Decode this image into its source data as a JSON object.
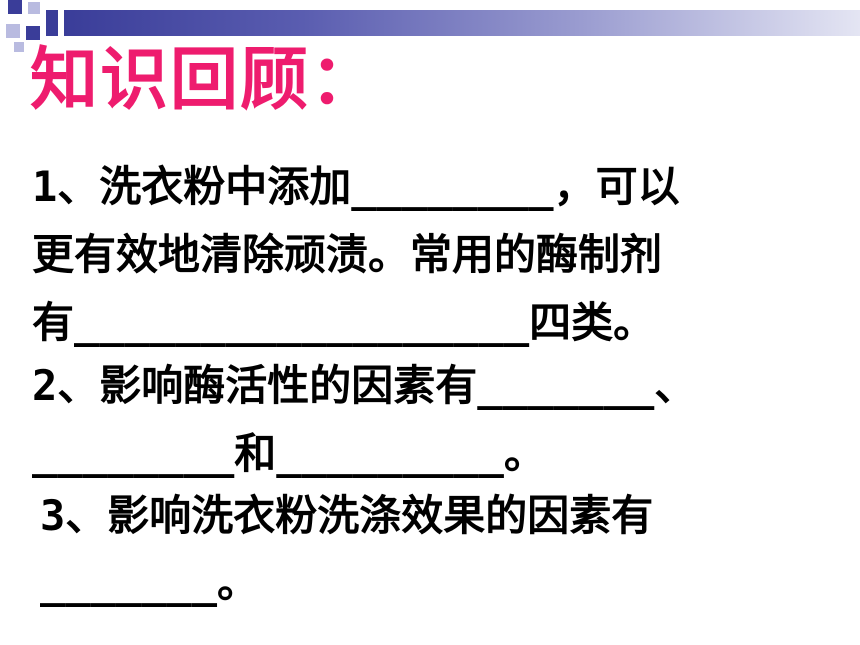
{
  "title": "知识回顾：",
  "q1": {
    "line1": "1、洗衣粉中添加________，可以",
    "line2": "更有效地清除顽渍。常用的酶制剂",
    "line3": "有__________________四类。"
  },
  "q2": {
    "line1": "2、影响酶活性的因素有_______、",
    "line2": "________和_________。"
  },
  "q3": {
    "line1": "3、影响洗衣粉洗涤效果的因素有",
    "line2": "_______。"
  },
  "theme": {
    "title_color": "#ee1c6e",
    "accent_color": "#3a3d99"
  }
}
